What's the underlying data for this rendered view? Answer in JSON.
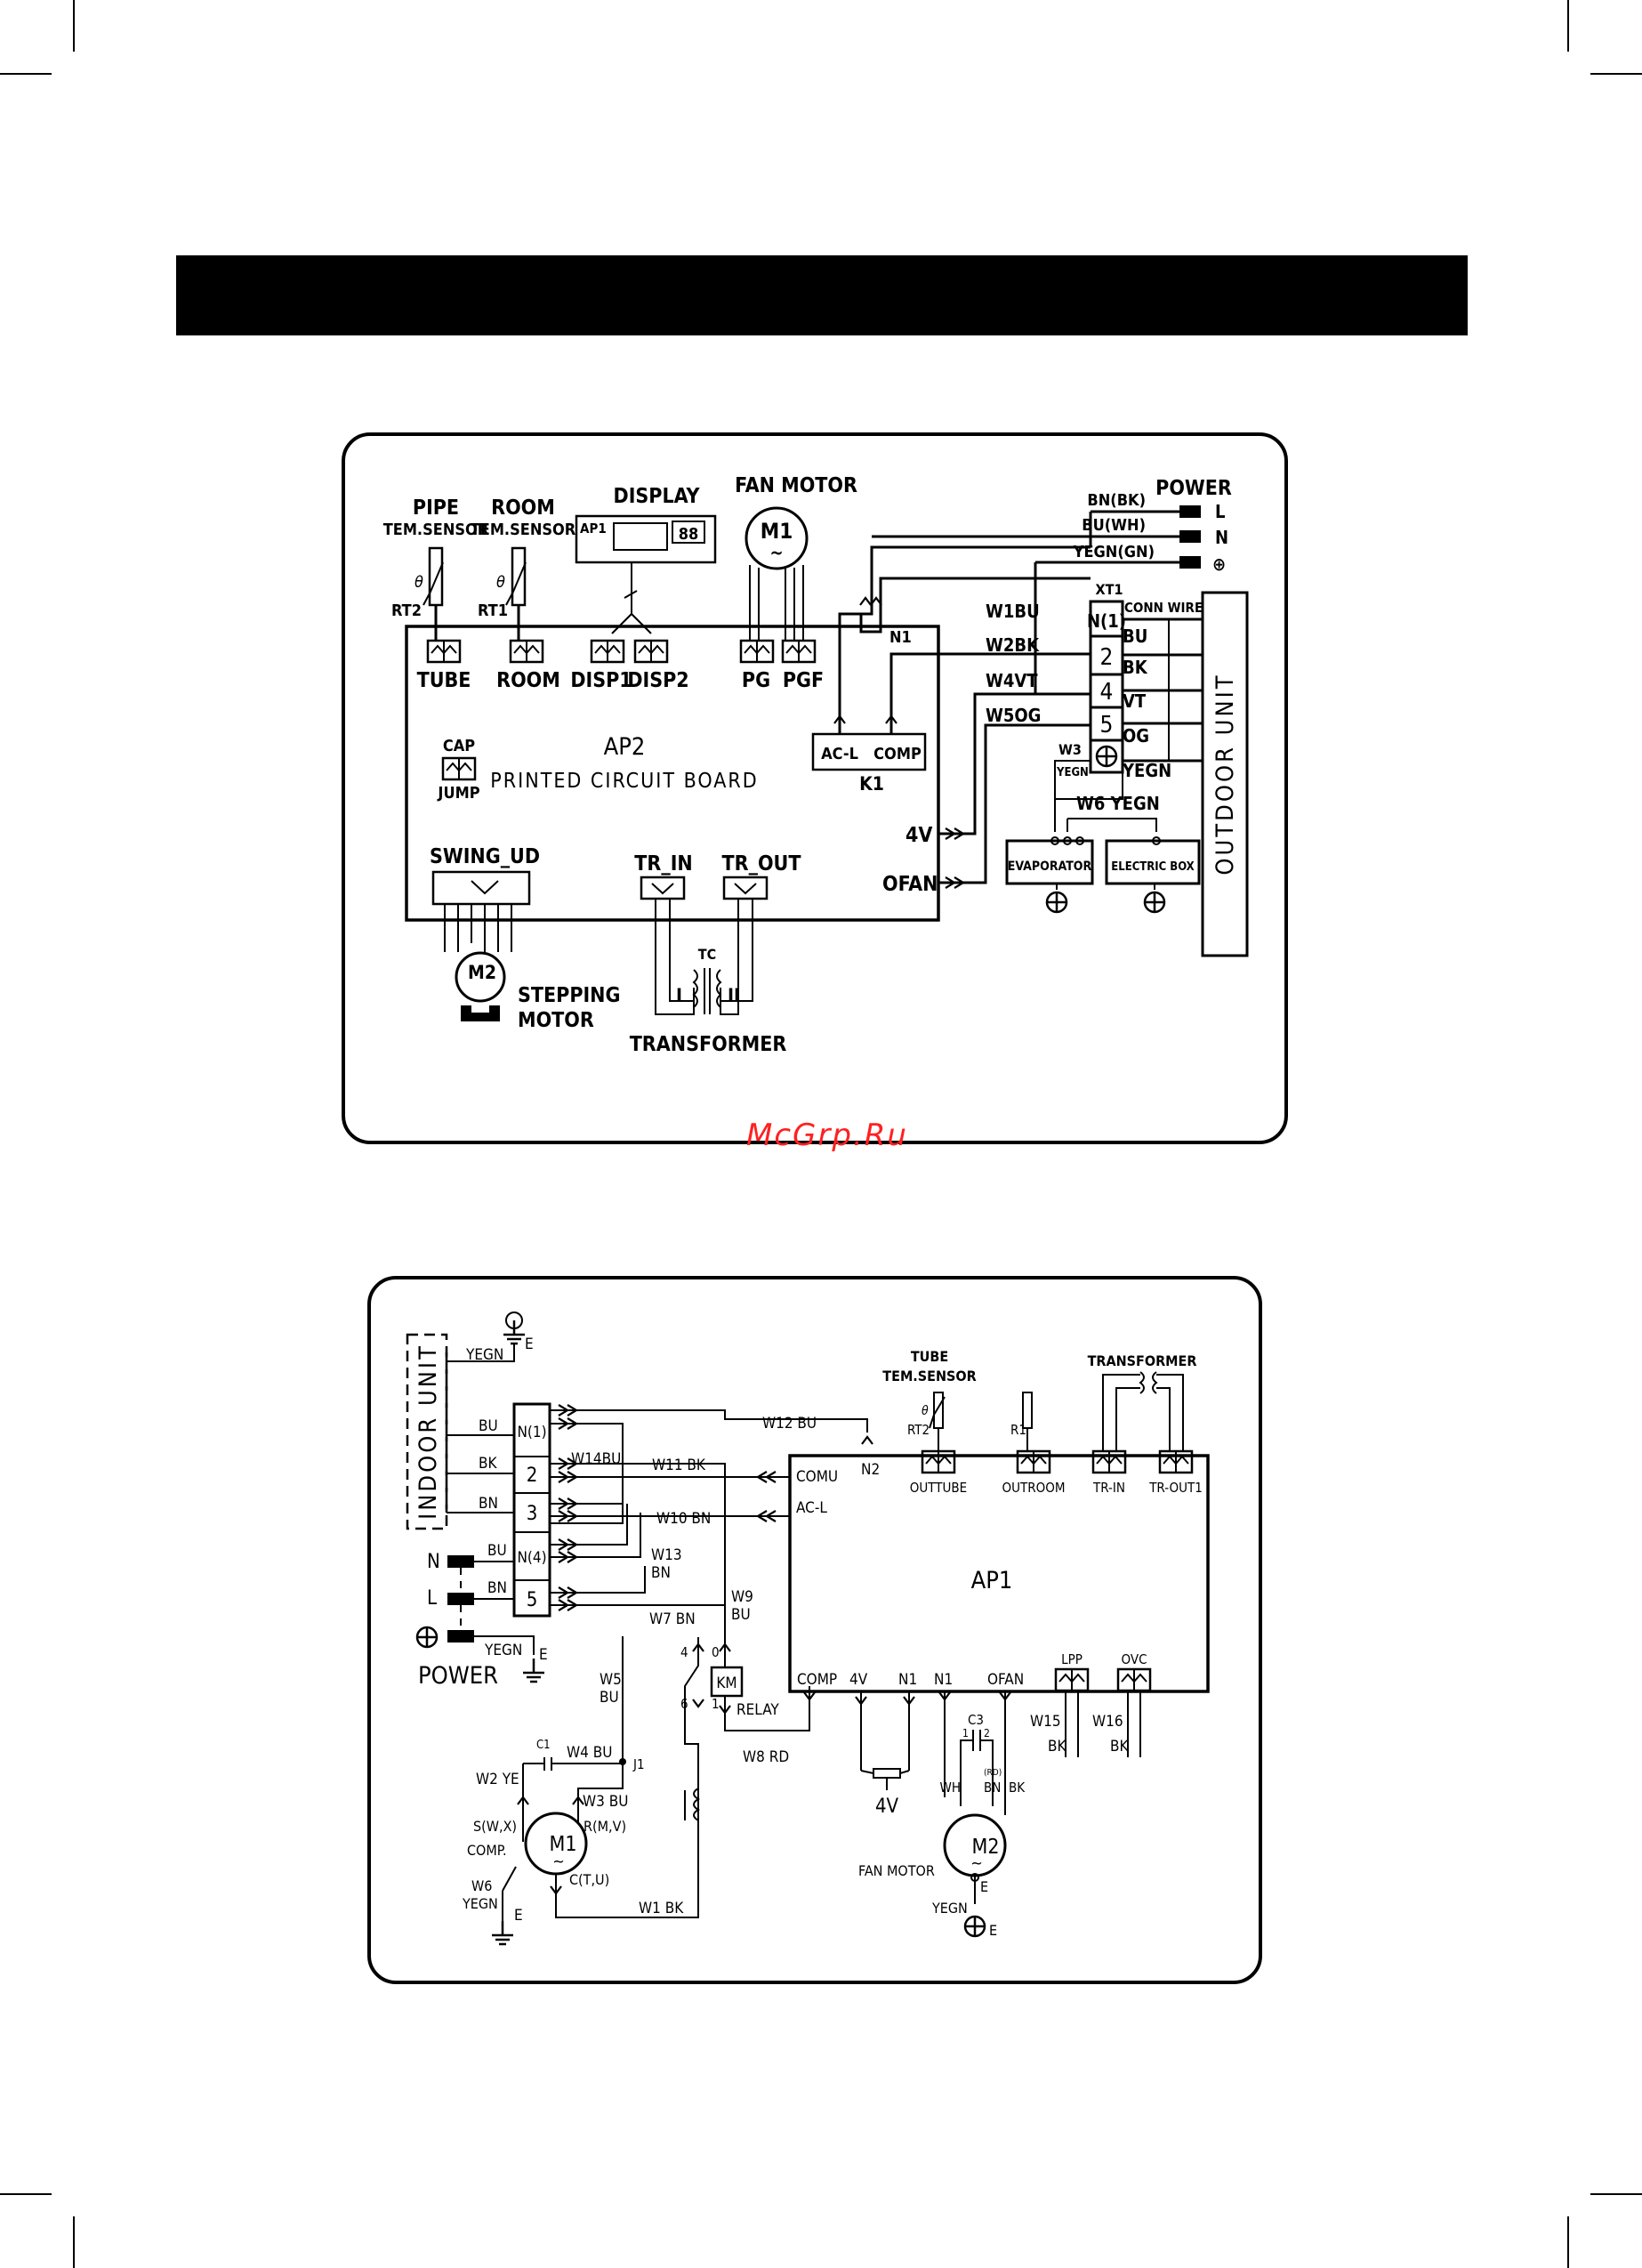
{
  "watermark": "McGrp.Ru",
  "indoor": {
    "pipe_sensor": {
      "title": "PIPE",
      "sub": "TEM.SENSOR",
      "rt": "RT2",
      "theta": "θ",
      "conn": "TUBE"
    },
    "room_sensor": {
      "title": "ROOM",
      "sub": "TEM.SENSOR",
      "rt": "RT1",
      "theta": "θ",
      "conn": "ROOM"
    },
    "display": {
      "title": "DISPLAY",
      "ap": "AP1",
      "digits": "88",
      "conn1": "DISP1",
      "conn2": "DISP2"
    },
    "fan_motor": {
      "title": "FAN MOTOR",
      "m": "M1",
      "tilde": "~",
      "conn1": "PG",
      "conn2": "PGF"
    },
    "board": {
      "ap": "AP2",
      "label": "PRINTED CIRCUIT BOARD",
      "cap": "CAP",
      "jump": "JUMP"
    },
    "relay_k1": {
      "acl": "AC-L",
      "comp": "COMP",
      "k": "K1",
      "n1": "N1"
    },
    "outputs": {
      "v4": "4V",
      "ofan": "OFAN"
    },
    "swing": {
      "label": "SWING_UD",
      "m": "M2",
      "motor1": "STEPPING",
      "motor2": "MOTOR"
    },
    "transformer": {
      "in": "TR_IN",
      "out": "TR_OUT",
      "tc": "TC",
      "i": "I",
      "ii": "II",
      "label": "TRANSFORMER"
    },
    "power": {
      "title": "POWER",
      "bn": "BN(BK)",
      "bu": "BU(WH)",
      "yegn": "YEGN(GN)",
      "l": "L",
      "n": "N",
      "gnd": "⊕"
    },
    "xt1": {
      "title": "XT1",
      "t1": "N(1)",
      "t2": "2",
      "t4": "4",
      "t5": "5",
      "conn": "CONN WIRE",
      "w_bu": "BU",
      "w_bk": "BK",
      "w_vt": "VT",
      "w_og": "OG",
      "w_yegn": "YEGN"
    },
    "wires": {
      "w1": "W1BU",
      "w2": "W2BK",
      "w4": "W4VT",
      "w5": "W5OG",
      "w3": "W3",
      "w3sub": "YEGN",
      "w6": "W6 YEGN"
    },
    "grounds": {
      "evap": "EVAPORATOR",
      "ebox": "ELECTRIC BOX"
    },
    "outdoor_unit": "OUTDOOR UNIT"
  },
  "outdoor": {
    "indoor_unit": "INDOOR UNIT",
    "yegn_top": "YEGN",
    "e": "E",
    "terminals": {
      "n1": "N(1)",
      "t2": "2",
      "t3": "3",
      "n4": "N(4)",
      "t5": "5"
    },
    "left_wires": {
      "bu": "BU",
      "bk": "BK",
      "bn": "BN",
      "bu2": "BU",
      "bn2": "BN"
    },
    "power": {
      "title": "POWER",
      "n": "N",
      "l": "L",
      "yegn": "YEGN",
      "e": "E"
    },
    "wires": {
      "w12": "W12 BU",
      "w14": "W14BU",
      "w11": "W11 BK",
      "w10": "W10 BN",
      "w13a": "W13",
      "w13b": "BN",
      "w9a": "W9",
      "w9b": "BU",
      "w7": "W7 BN",
      "w5a": "W5",
      "w5b": "BU",
      "w4": "W4 BU",
      "w3": "W3 BU",
      "w2": "W2 YE",
      "w8": "W8 RD",
      "w6a": "W6",
      "w6b": "YEGN",
      "w1": "W1 BK",
      "n2": "N2"
    },
    "relay": {
      "km": "KM",
      "label": "RELAY",
      "p4": "4",
      "p0": "0",
      "p6": "6",
      "p1": "1"
    },
    "comp": {
      "c1": "C1",
      "j1": "J1",
      "s": "S(W,X)",
      "r": "R(M,V)",
      "c": "C(T,U)",
      "label": "COMP.",
      "m": "M1",
      "tilde": "~",
      "e": "E"
    },
    "board": {
      "ap": "AP1",
      "comu": "COMU",
      "acl": "AC-L",
      "bottom": [
        "COMP",
        "4V",
        "N1",
        "N1",
        "OFAN"
      ],
      "outtube": "OUTTUBE",
      "outroom": "OUTROOM",
      "trin": "TR-IN",
      "trout": "TR-OUT1",
      "lpp": "LPP",
      "ovc": "OVC"
    },
    "sensor": {
      "title": "TUBE",
      "sub": "TEM.SENSOR",
      "rt2": "RT2",
      "r1": "R1",
      "theta": "θ"
    },
    "transformer": "TRANSFORMER",
    "valve": "4V",
    "fan": {
      "c3": "C3",
      "p1": "1",
      "p2": "2",
      "wh": "WH",
      "bn": "BN",
      "bk": "BK",
      "rd": "(RD)",
      "m": "M2",
      "tilde": "~",
      "label": "FAN MOTOR",
      "e": "E",
      "yegn": "YEGN",
      "e2": "E"
    },
    "protect": {
      "w15": "W15",
      "bk15": "BK",
      "w16": "W16",
      "bk16": "BK"
    }
  }
}
